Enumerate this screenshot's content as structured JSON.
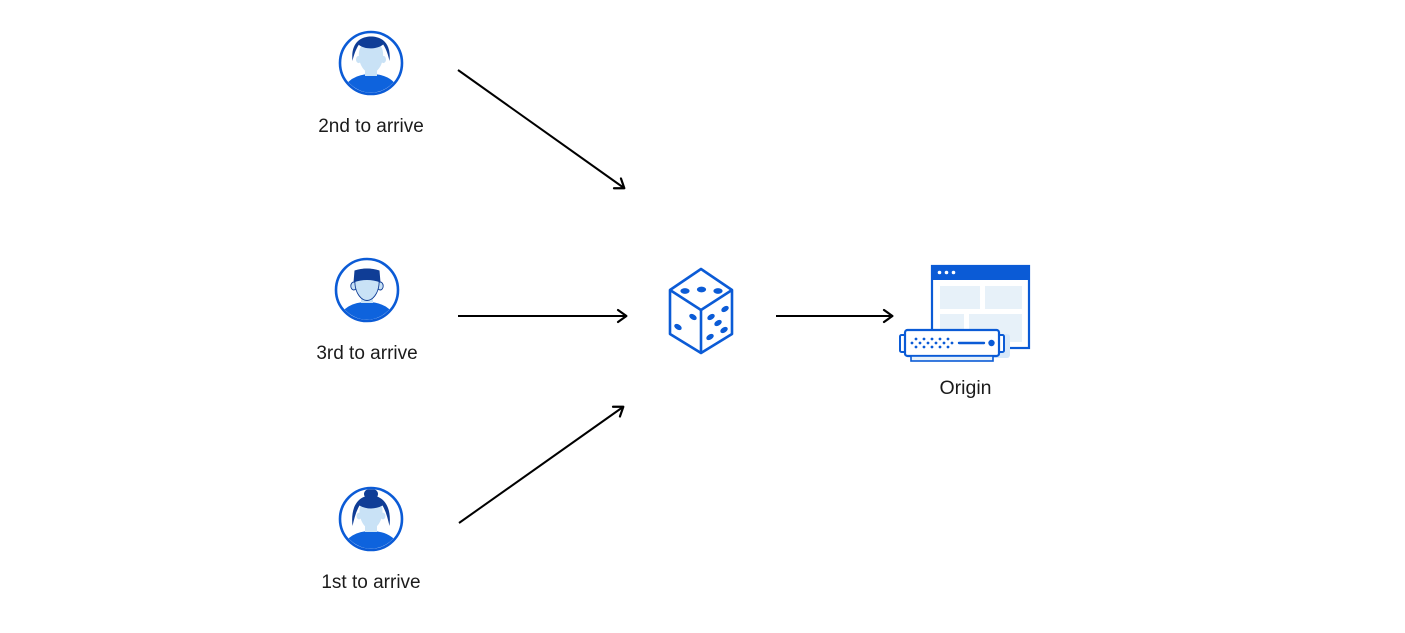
{
  "diagram": {
    "title": "request-ordering-to-origin-diagram",
    "nodes": {
      "visitor_second": {
        "label": "2nd to arrive",
        "icon": "man-avatar-icon"
      },
      "visitor_third": {
        "label": "3rd to arrive",
        "icon": "man-flattop-avatar-icon"
      },
      "visitor_first": {
        "label": "1st to arrive",
        "icon": "woman-avatar-icon"
      },
      "dice": {
        "icon": "dice-icon"
      },
      "origin": {
        "label": "Origin",
        "icon": "origin-server-browser-icon"
      }
    },
    "edges": [
      {
        "from": "visitor_second",
        "to": "dice"
      },
      {
        "from": "visitor_third",
        "to": "dice"
      },
      {
        "from": "visitor_first",
        "to": "dice"
      },
      {
        "from": "dice",
        "to": "origin"
      }
    ],
    "colors": {
      "blue": "#0b5bd6",
      "dark_blue": "#0f3d96",
      "light_blue": "#c9e2f6",
      "pale_blue": "#e7f1f9",
      "arrow": "#000000",
      "text": "#1b1b1b",
      "background": "#ffffff"
    }
  }
}
